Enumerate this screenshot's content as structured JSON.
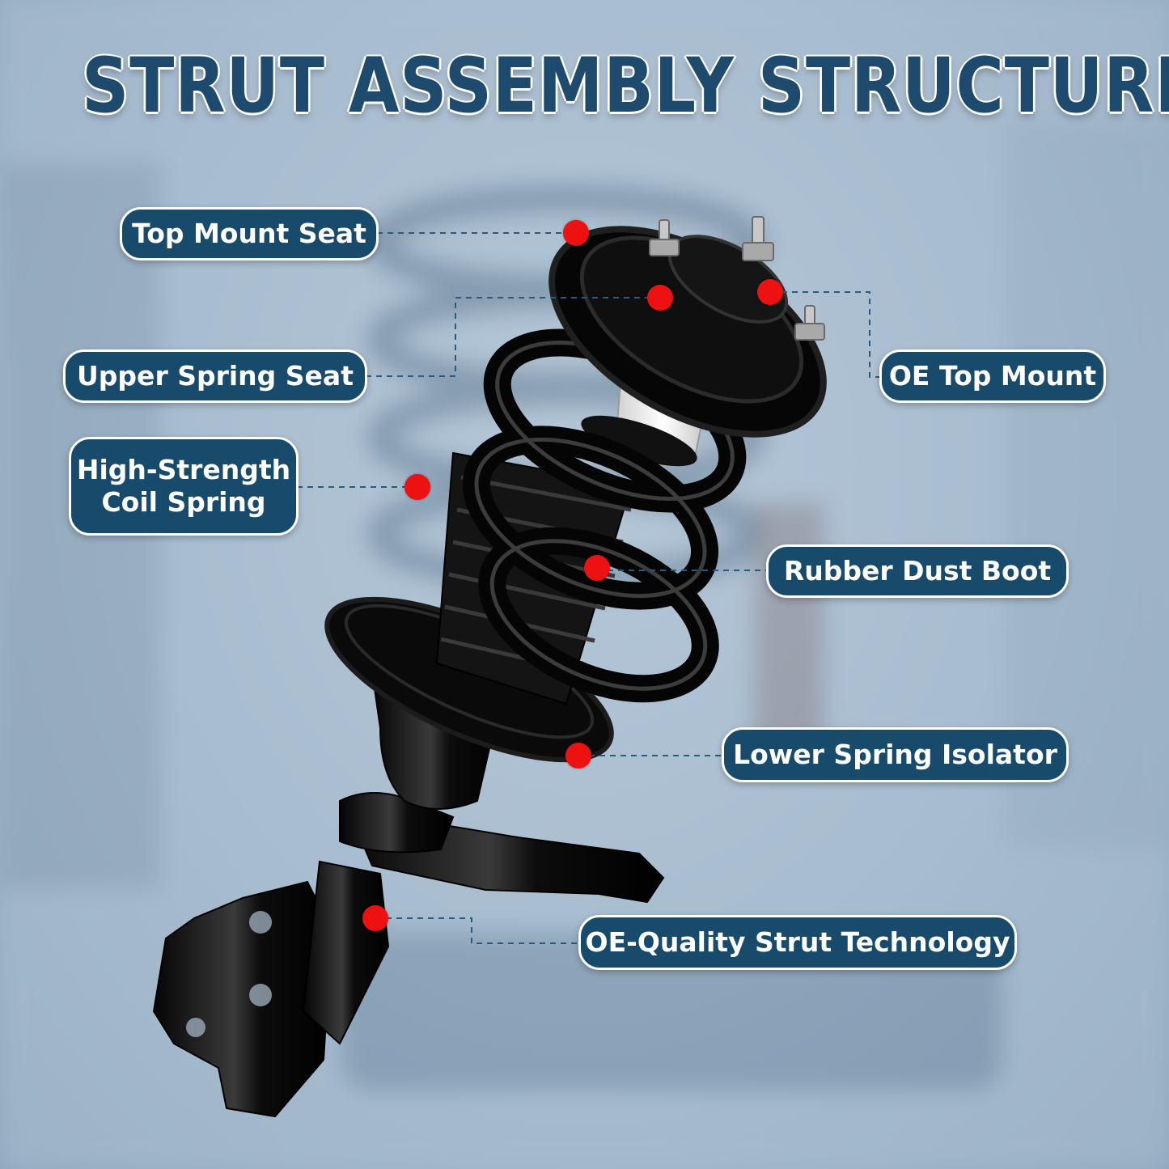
{
  "title": "STRUT ASSEMBLY STRUCTURE",
  "colors": {
    "label_fill": "#184a6b",
    "label_border": "#ffffff",
    "marker": "#ee1111",
    "leader_line": "#2c5a7a",
    "title_text": "#1d4a6d",
    "background": "#a7bccf"
  },
  "callouts": {
    "top_mount_seat": "Top Mount Seat",
    "upper_spring_seat": "Upper Spring Seat",
    "coil_spring_line1": "High-Strength",
    "coil_spring_line2": "Coil Spring",
    "oe_top_mount": "OE Top Mount",
    "rubber_dust_boot": "Rubber Dust Boot",
    "lower_spring_isolator": "Lower Spring Isolator",
    "oe_strut_technology": "OE-Quality Strut Technology"
  }
}
